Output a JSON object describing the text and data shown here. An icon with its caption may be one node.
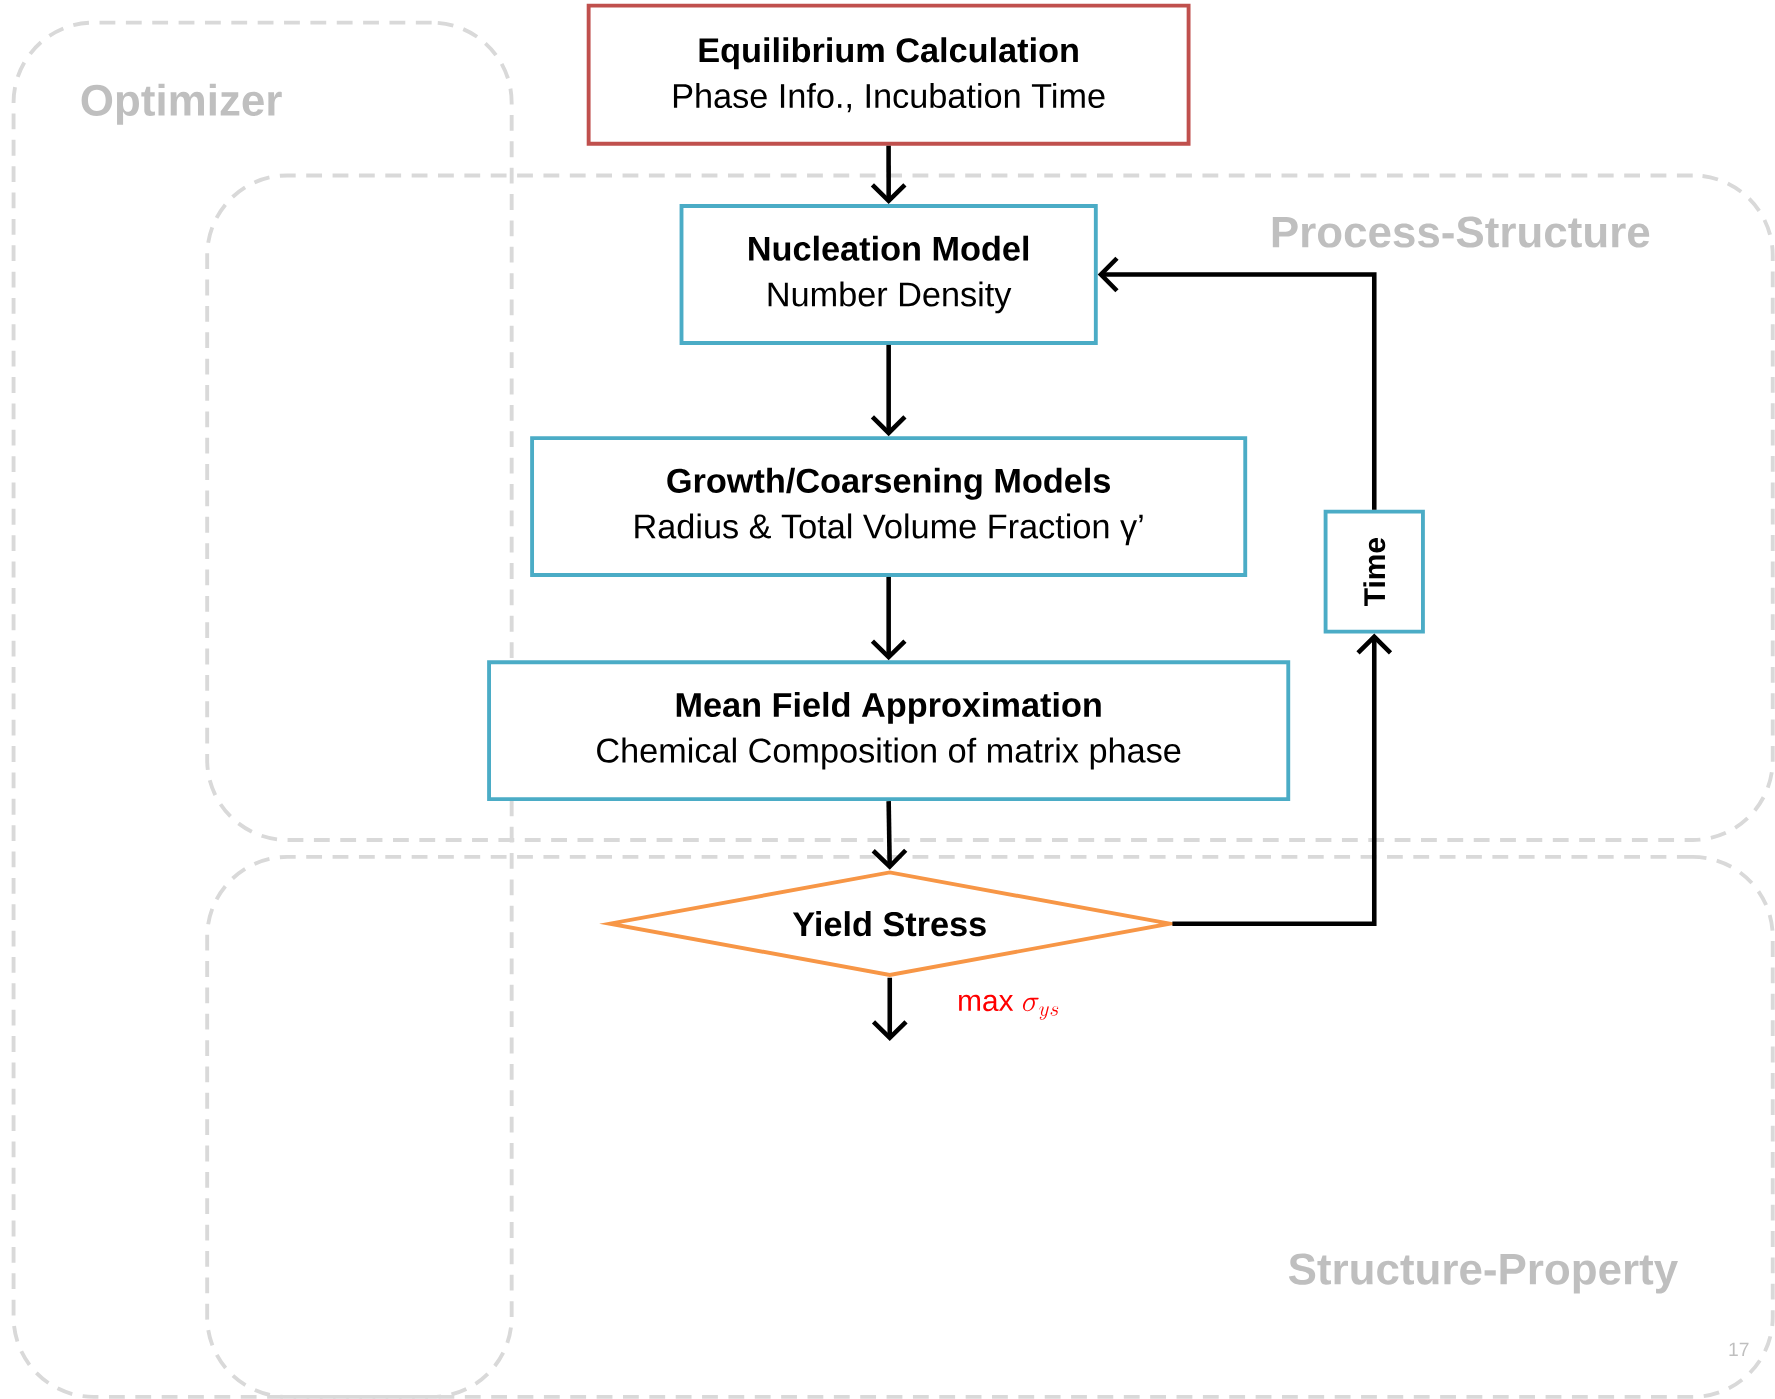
{
  "diagram": {
    "nodes": [
      {
        "text": [
          "Optimizer"
        ]
      },
      {
        "text": [
          "Process-Structure"
        ]
      },
      {
        "text": [
          "Structure-Property"
        ]
      },
      {
        "text": [
          "Equilibrium Calculation",
          "Phase Info., Incubation Time"
        ]
      },
      {
        "text": [
          "Nucleation Model",
          "Number Density"
        ],
        "in": 1
      },
      {
        "text": [
          "Growth/Coarsening Models",
          "Radius & Total Volume Fraction γ’"
        ],
        "in": 1
      },
      {
        "text": [
          "Mean Field Approximation",
          "Chemical Composition of matrix phase"
        ],
        "in": 1
      },
      {
        "text": [
          "Yield Stress"
        ],
        "in": 2
      },
      {
        "text": [
          "Time"
        ],
        "in": 1
      }
    ],
    "edges": [
      {
        "from": 3,
        "to": 4,
        "arrow": "to"
      },
      {
        "from": 4,
        "to": 5,
        "arrow": "to"
      },
      {
        "from": 5,
        "to": 6,
        "arrow": "to"
      },
      {
        "from": 6,
        "to": 7,
        "arrow": "to"
      },
      {
        "from": 7,
        "to": null,
        "arrow": "to",
        "label": "\\mathrm{max}\\ \\sigma_{ys}"
      },
      {
        "from": 7,
        "to": 8,
        "arrow": "to"
      },
      {
        "from": 8,
        "to": 4,
        "arrow": "to"
      }
    ],
    "labels": [
      "17"
    ]
  }
}
